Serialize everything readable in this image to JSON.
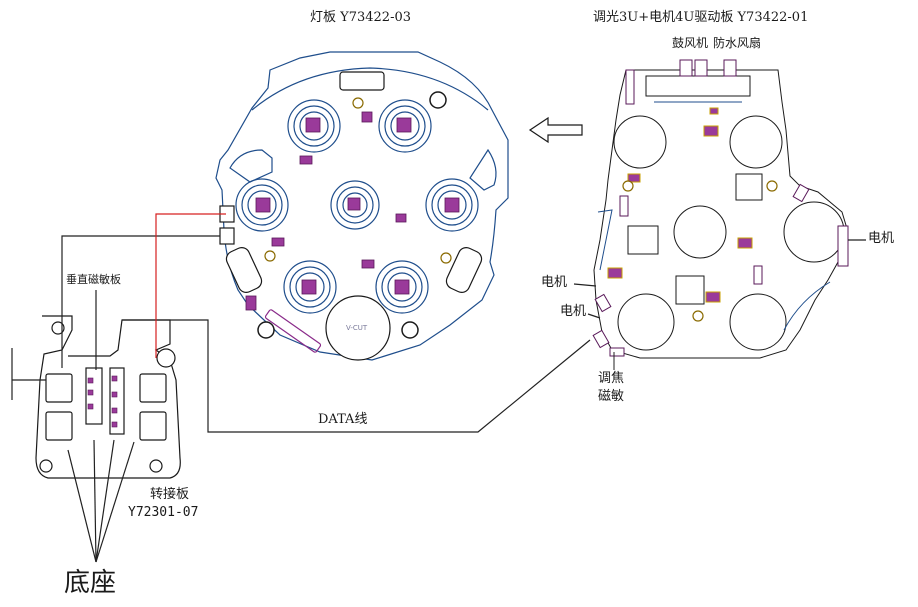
{
  "colors": {
    "outline": "#1f4e8c",
    "wire": "#222222",
    "red_wire": "#d62020",
    "connector": "#8a2b8a",
    "component": "#c8a000"
  },
  "labels": {
    "lamp_board": "灯板 Y73422-03",
    "driver_board": "调光3U+电机4U驱动板  Y73422-01",
    "drum_fan": "鼓风机",
    "waterproof_fan": "防水风扇",
    "motor_right": "电机",
    "motor_left_1": "电机",
    "motor_left_2": "电机",
    "focus_hall_line1": "调焦",
    "focus_hall_line2": "磁敏",
    "data_line": "DATA线",
    "vertical_hall": "垂直磁敏板",
    "adapter_board_line1": "转接板",
    "adapter_board_line2": "Y72301-07",
    "base": "底座",
    "vcut": "V-CUT"
  },
  "icons": {
    "arrow": "left-arrow-icon"
  }
}
